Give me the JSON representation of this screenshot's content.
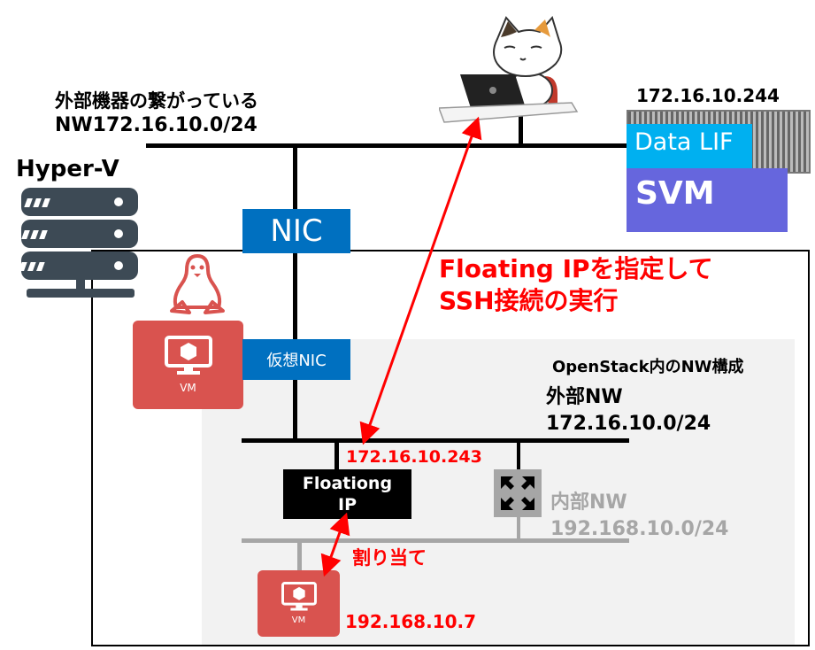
{
  "external_nw": {
    "line1": "外部機器の繋がっている",
    "line2": "NW172.16.10.0/24"
  },
  "hyperv": {
    "label": "Hyper-V"
  },
  "storage": {
    "ip": "172.16.10.244",
    "data_lif": "Data LIF",
    "svm": "SVM"
  },
  "nic": {
    "label": "NIC"
  },
  "virtual_nic": {
    "label": "仮想NIC"
  },
  "annotation": {
    "line1": "Floating IPを指定して",
    "line2": "SSH接続の実行"
  },
  "openstack": {
    "title": "OpenStack内のNW構成"
  },
  "outer_nw": {
    "label": "外部NW",
    "cidr": "172.16.10.0/24"
  },
  "floating_ip": {
    "address": "172.16.10.243",
    "line1": "Floationg",
    "line2": "IP"
  },
  "inner_nw": {
    "label": "内部NW",
    "cidr": "192.168.10.0/24"
  },
  "assign": {
    "label": "割り当て"
  },
  "vm_top": {
    "label": "VM"
  },
  "vm_bottom": {
    "label": "VM",
    "ip": "192.168.10.7"
  },
  "colors": {
    "nic_blue": "#0070c0",
    "vm_red": "#d9534f",
    "lif_cyan": "#00b0f0",
    "svm_purple": "#6666dd",
    "annotation_red": "#ff0000"
  }
}
